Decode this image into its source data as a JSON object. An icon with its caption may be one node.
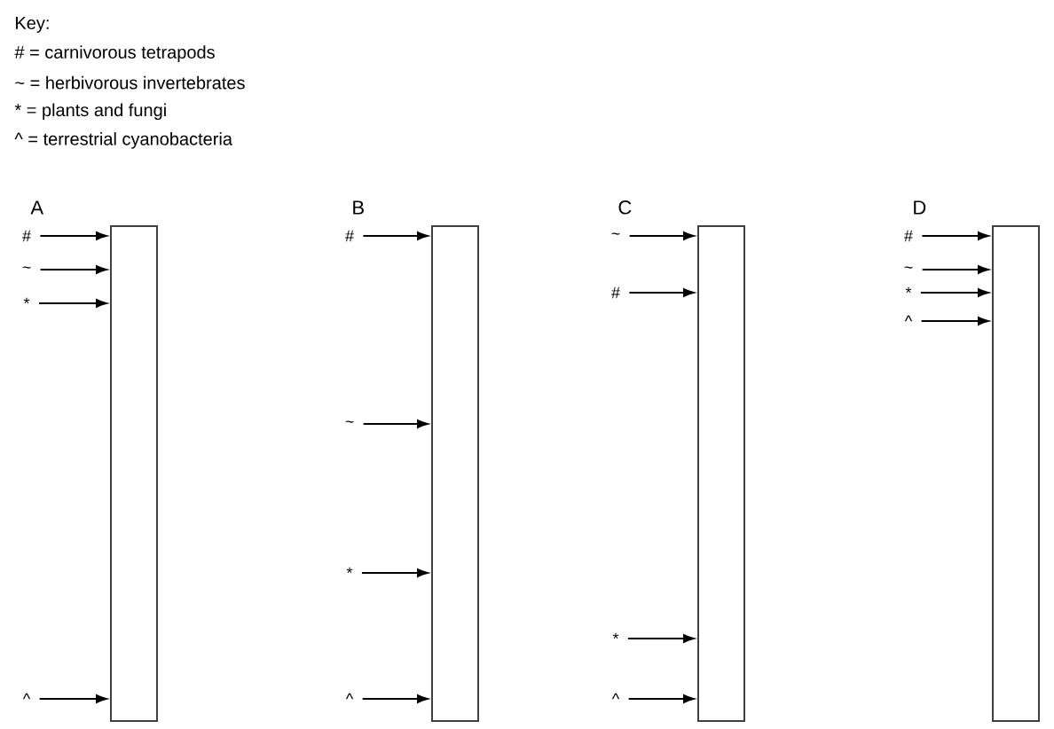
{
  "diagram": {
    "nodes": [
      {
        "text": [
          "A"
        ]
      },
      {
        "text": [
          "#"
        ]
      },
      {
        "text": [
          "~"
        ]
      },
      {
        "text": [
          "*"
        ]
      },
      {
        "text": [
          "^"
        ]
      },
      {
        "text": [
          "B"
        ]
      },
      {
        "text": [
          "#"
        ]
      },
      {
        "text": [
          "~"
        ]
      },
      {
        "text": [
          "*"
        ]
      },
      {
        "text": [
          "^"
        ]
      },
      {
        "text": [
          "C"
        ]
      },
      {
        "text": [
          "~"
        ]
      },
      {
        "text": [
          "#"
        ]
      },
      {
        "text": [
          "*"
        ]
      },
      {
        "text": [
          "^"
        ]
      },
      {
        "text": [
          "D"
        ]
      },
      {
        "text": [
          "#"
        ]
      },
      {
        "text": [
          "~"
        ]
      },
      {
        "text": [
          "*"
        ]
      },
      {
        "text": [
          "^"
        ]
      }
    ],
    "edges": [
      {
        "from": 1,
        "to": 0,
        "arrow": "to"
      },
      {
        "from": 2,
        "to": 0,
        "arrow": "to"
      },
      {
        "from": 3,
        "to": 0,
        "arrow": "to"
      },
      {
        "from": 4,
        "to": 0,
        "arrow": "to"
      },
      {
        "from": 6,
        "to": 5,
        "arrow": "to"
      },
      {
        "from": 7,
        "to": 5,
        "arrow": "to"
      },
      {
        "from": 8,
        "to": 5,
        "arrow": "to"
      },
      {
        "from": 9,
        "to": 5,
        "arrow": "to"
      },
      {
        "from": 11,
        "to": 10,
        "arrow": "to"
      },
      {
        "from": 12,
        "to": 10,
        "arrow": "to"
      },
      {
        "from": 13,
        "to": 10,
        "arrow": "to"
      },
      {
        "from": 14,
        "to": 10,
        "arrow": "to"
      },
      {
        "from": 16,
        "to": 15,
        "arrow": "to"
      },
      {
        "from": 17,
        "to": 15,
        "arrow": "to"
      },
      {
        "from": 18,
        "to": 15,
        "arrow": "to"
      },
      {
        "from": 19,
        "to": 15,
        "arrow": "to"
      }
    ],
    "labels": [
      "Key:",
      "# = carnivorous tetrapods",
      "~ = herbivorous invertebrates",
      "* = plants and fungi",
      "^ = terrestrial cyanobacteria"
    ]
  }
}
